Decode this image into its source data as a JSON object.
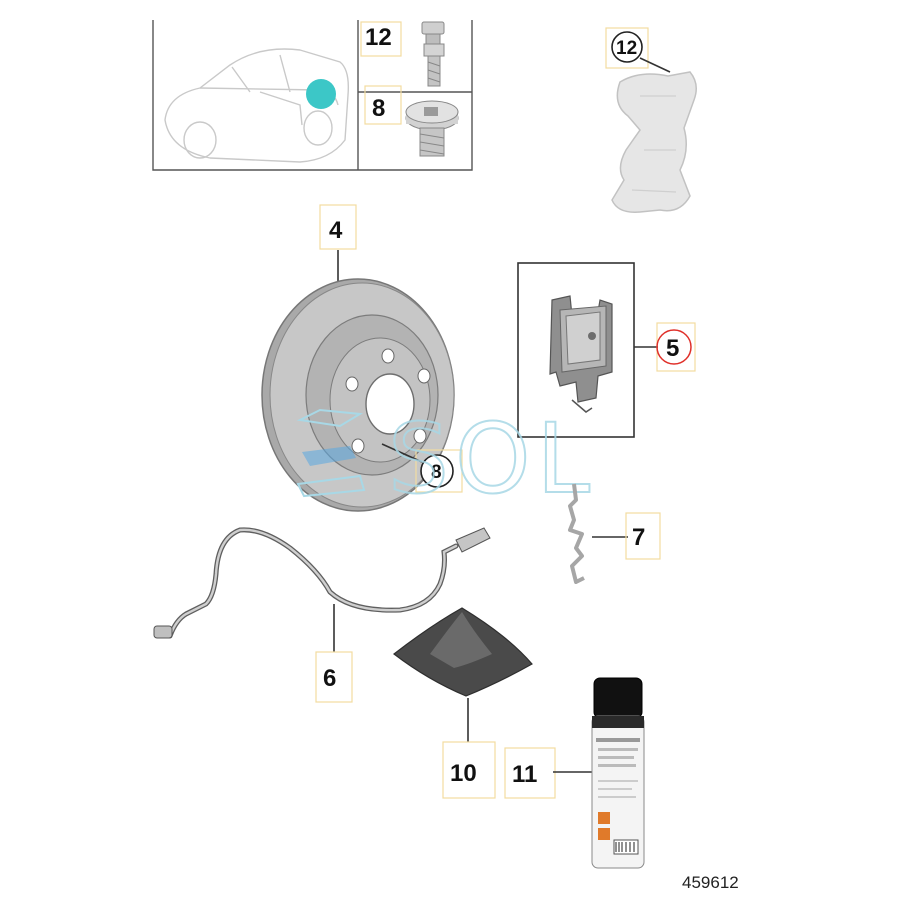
{
  "callouts": {
    "c12_inset": "12",
    "c8_inset": "8",
    "c12_circle": "12",
    "c4": "4",
    "c5": "5",
    "c8_circle": "8",
    "c7": "7",
    "c6": "6",
    "c10": "10",
    "c11": "11"
  },
  "diagram_number": "459612",
  "watermark_text": "SOL",
  "colors": {
    "location_marker": "#3cc7c7",
    "highlight_ring": "#e0302a",
    "label_box": "#f2dca0"
  }
}
